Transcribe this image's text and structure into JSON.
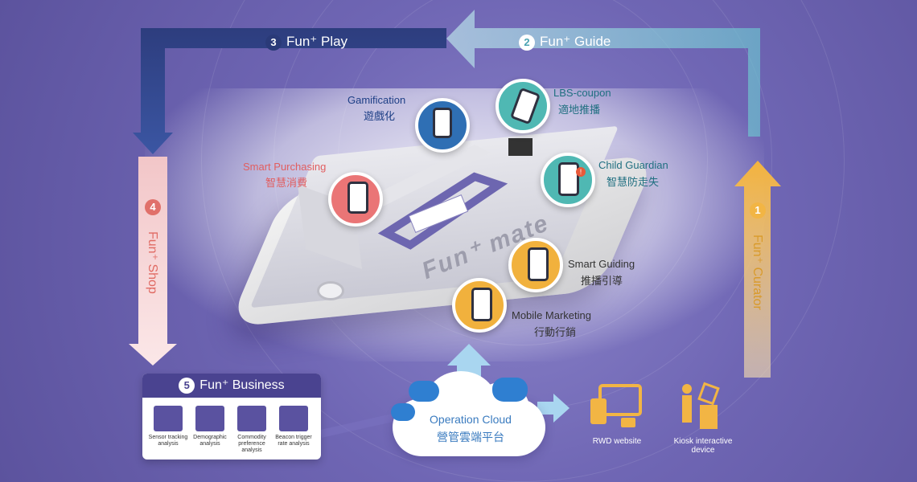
{
  "arrows": {
    "step1": {
      "num": "1",
      "label": "Fun⁺ Curator"
    },
    "step2": {
      "num": "2",
      "label": "Fun⁺ Guide"
    },
    "step3": {
      "num": "3",
      "label": "Fun⁺ Play"
    },
    "step4": {
      "num": "4",
      "label": "Fun⁺ Shop"
    }
  },
  "features": {
    "gamification": {
      "en": "Gamification",
      "zh": "遊戲化"
    },
    "lbs_coupon": {
      "en": "LBS-coupon",
      "zh": "適地推播"
    },
    "smart_purchasing": {
      "en": "Smart Purchasing",
      "zh": "智慧消費"
    },
    "child_guardian": {
      "en": "Child Guardian",
      "zh": "智慧防走失"
    },
    "smart_guiding": {
      "en": "Smart Guiding",
      "zh": "推播引導"
    },
    "mobile_marketing": {
      "en": "Mobile Marketing",
      "zh": "行動行銷"
    }
  },
  "phone_brand": "Fun⁺ mate",
  "business": {
    "num": "5",
    "title": "Fun⁺ Business",
    "items": [
      {
        "label": "Sensor tracking analysis"
      },
      {
        "label": "Demographic analysis"
      },
      {
        "label": "Commodity preference analysis"
      },
      {
        "label": "Beacon trigger rate analysis"
      }
    ]
  },
  "cloud": {
    "en": "Operation Cloud",
    "zh": "營管雲端平台"
  },
  "outputs": {
    "rwd": "RWD website",
    "kiosk": "Kiosk interactive device"
  },
  "colors": {
    "navy": "#2a3a78",
    "teal": "#3a9aa8",
    "coral": "#e0706a",
    "orange": "#f2b544",
    "cloud_blue": "#2f7fd1"
  }
}
